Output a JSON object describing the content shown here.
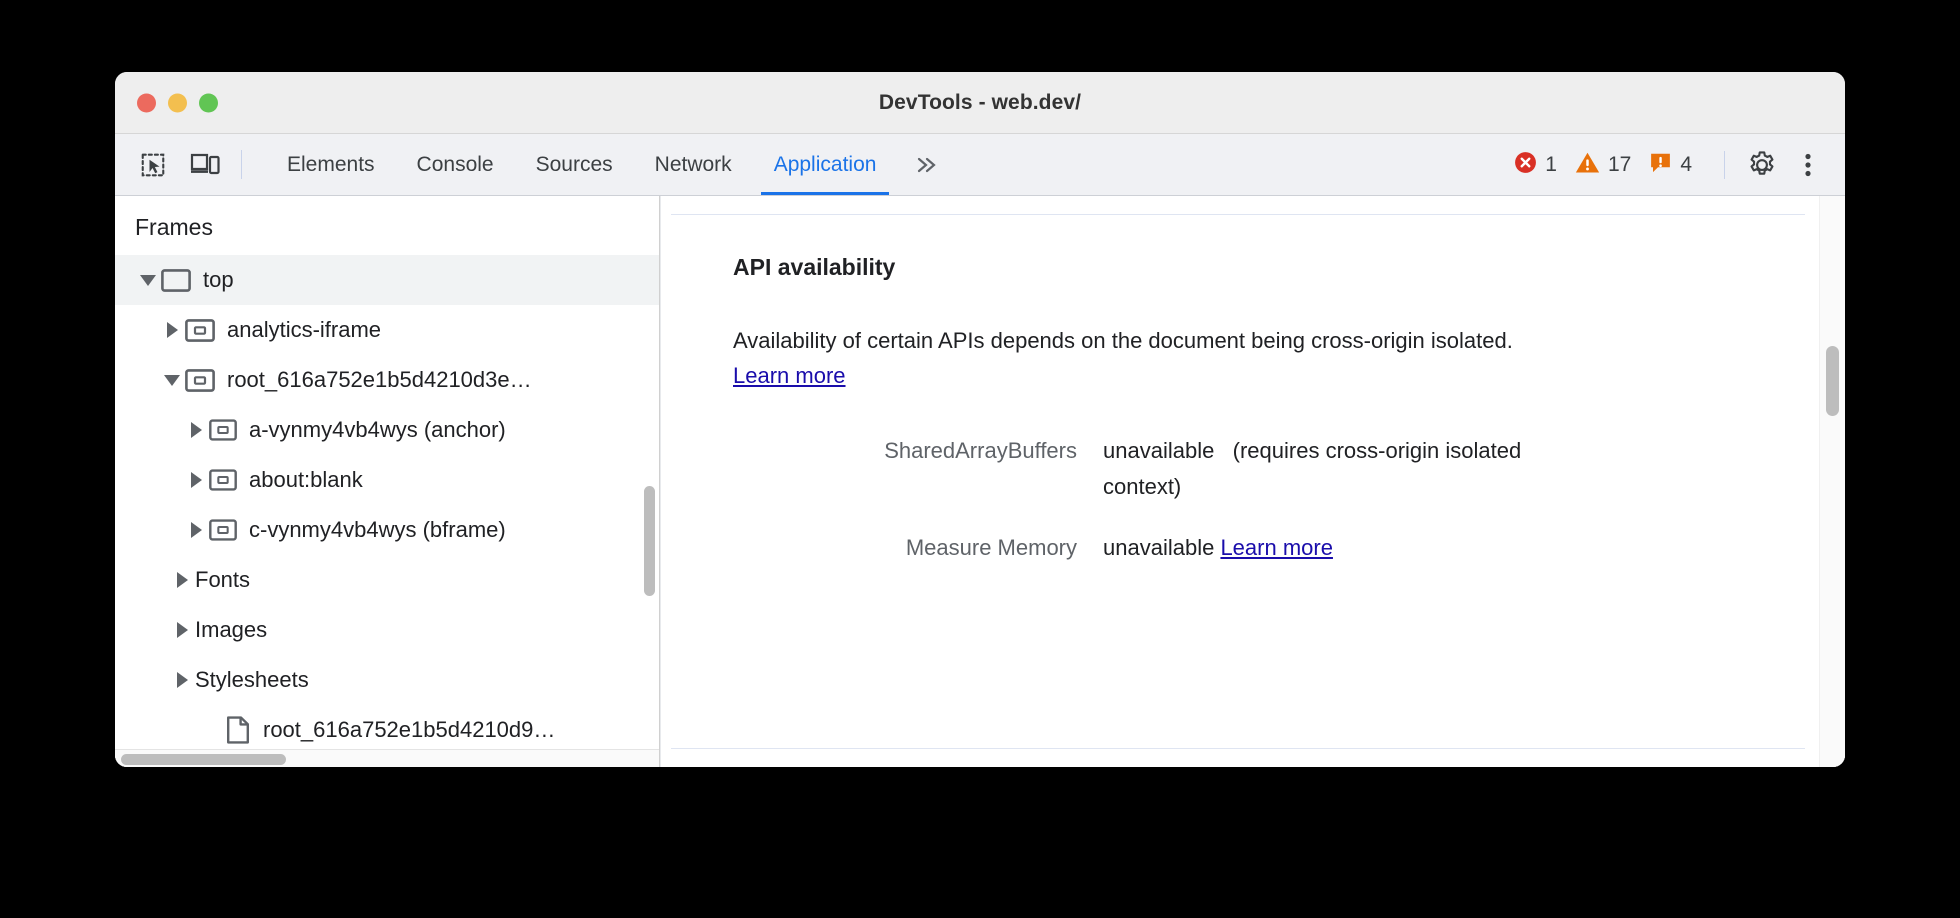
{
  "window": {
    "title": "DevTools - web.dev/",
    "traffic_lights": [
      "close-red",
      "minimize-yellow",
      "maximize-green"
    ]
  },
  "toolbar": {
    "inspect_icon": "inspect-element-icon",
    "device_icon": "device-toolbar-icon",
    "tabs": [
      {
        "label": "Elements",
        "active": false
      },
      {
        "label": "Console",
        "active": false
      },
      {
        "label": "Sources",
        "active": false
      },
      {
        "label": "Network",
        "active": false
      },
      {
        "label": "Application",
        "active": true
      }
    ],
    "overflow_label": "»",
    "status": [
      {
        "icon": "error-icon",
        "count": "1",
        "color": "#d93025"
      },
      {
        "icon": "warning-icon",
        "count": "17",
        "color": "#e8710a"
      },
      {
        "icon": "issue-icon",
        "count": "4",
        "color": "#e8710a"
      }
    ],
    "settings_icon": "gear-icon",
    "more_icon": "more-vertical-icon"
  },
  "sidebar": {
    "title": "Frames",
    "tree": [
      {
        "label": "top",
        "icon": "frame-icon",
        "state": "expanded",
        "depth": 0,
        "selected": true
      },
      {
        "label": "analytics-iframe",
        "icon": "iframe-icon",
        "state": "collapsed",
        "depth": 1,
        "selected": false
      },
      {
        "label": "root_616a752e1b5d4210d3e…",
        "icon": "iframe-icon",
        "state": "expanded",
        "depth": 1,
        "selected": false
      },
      {
        "label": "a-vynmy4vb4wys (anchor)",
        "icon": "iframe-icon",
        "state": "collapsed",
        "depth": 2,
        "selected": false
      },
      {
        "label": "about:blank",
        "icon": "iframe-icon",
        "state": "collapsed",
        "depth": 2,
        "selected": false
      },
      {
        "label": "c-vynmy4vb4wys (bframe)",
        "icon": "iframe-icon",
        "state": "collapsed",
        "depth": 2,
        "selected": false
      },
      {
        "label": "Fonts",
        "icon": "none",
        "state": "collapsed",
        "depth": 1,
        "selected": false
      },
      {
        "label": "Images",
        "icon": "none",
        "state": "collapsed",
        "depth": 1,
        "selected": false
      },
      {
        "label": "Stylesheets",
        "icon": "none",
        "state": "collapsed",
        "depth": 1,
        "selected": false
      },
      {
        "label": "root_616a752e1b5d4210d9…",
        "icon": "document-icon",
        "state": "leaf",
        "depth": 2,
        "selected": false
      }
    ]
  },
  "main": {
    "section_title": "API availability",
    "description_before": "Availability of certain APIs depends on the document being cross-origin isolated. ",
    "description_link": "Learn more",
    "rows": [
      {
        "name": "SharedArrayBuffers",
        "value": "unavailable",
        "note": "(requires cross-origin isolated context)",
        "link": ""
      },
      {
        "name": "Measure Memory",
        "value": "unavailable",
        "note": "",
        "link": "Learn more"
      }
    ]
  }
}
